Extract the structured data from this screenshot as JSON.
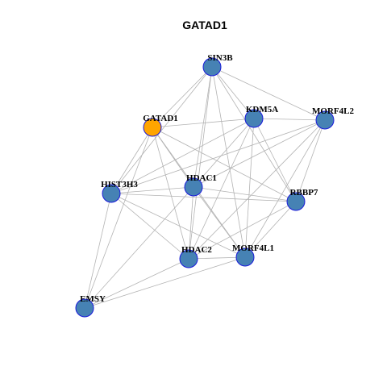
{
  "title": "GATAD1",
  "colors": {
    "focus_node": "#ffa500",
    "node": "#4682b4",
    "node_border": "#1a1adb",
    "edge": "#b3b3b3"
  },
  "nodes": [
    {
      "id": "SIN3B",
      "label": "SIN3B",
      "focus": false
    },
    {
      "id": "GATAD1",
      "label": "GATAD1",
      "focus": true
    },
    {
      "id": "KDM5A",
      "label": "KDM5A",
      "focus": false
    },
    {
      "id": "MORF4L2",
      "label": "MORF4L2",
      "focus": false
    },
    {
      "id": "HIST3H3",
      "label": "HIST3H3",
      "focus": false
    },
    {
      "id": "HDAC1",
      "label": "HDAC1",
      "focus": false
    },
    {
      "id": "RBBP7",
      "label": "RBBP7",
      "focus": false
    },
    {
      "id": "HDAC2",
      "label": "HDAC2",
      "focus": false
    },
    {
      "id": "MORF4L1",
      "label": "MORF4L1",
      "focus": false
    },
    {
      "id": "EMSY",
      "label": "EMSY",
      "focus": false
    }
  ],
  "edges": [
    [
      "SIN3B",
      "GATAD1"
    ],
    [
      "SIN3B",
      "KDM5A"
    ],
    [
      "SIN3B",
      "MORF4L2"
    ],
    [
      "SIN3B",
      "HDAC1"
    ],
    [
      "SIN3B",
      "RBBP7"
    ],
    [
      "SIN3B",
      "HDAC2"
    ],
    [
      "SIN3B",
      "MORF4L1"
    ],
    [
      "SIN3B",
      "HIST3H3"
    ],
    [
      "GATAD1",
      "KDM5A"
    ],
    [
      "GATAD1",
      "HIST3H3"
    ],
    [
      "GATAD1",
      "HDAC1"
    ],
    [
      "GATAD1",
      "RBBP7"
    ],
    [
      "GATAD1",
      "HDAC2"
    ],
    [
      "GATAD1",
      "MORF4L1"
    ],
    [
      "GATAD1",
      "EMSY"
    ],
    [
      "KDM5A",
      "MORF4L2"
    ],
    [
      "KDM5A",
      "HIST3H3"
    ],
    [
      "KDM5A",
      "HDAC1"
    ],
    [
      "KDM5A",
      "RBBP7"
    ],
    [
      "KDM5A",
      "HDAC2"
    ],
    [
      "KDM5A",
      "MORF4L1"
    ],
    [
      "MORF4L2",
      "HIST3H3"
    ],
    [
      "MORF4L2",
      "HDAC1"
    ],
    [
      "MORF4L2",
      "RBBP7"
    ],
    [
      "MORF4L2",
      "HDAC2"
    ],
    [
      "MORF4L2",
      "MORF4L1"
    ],
    [
      "HIST3H3",
      "HDAC1"
    ],
    [
      "HIST3H3",
      "RBBP7"
    ],
    [
      "HIST3H3",
      "HDAC2"
    ],
    [
      "HIST3H3",
      "MORF4L1"
    ],
    [
      "HIST3H3",
      "EMSY"
    ],
    [
      "HDAC1",
      "RBBP7"
    ],
    [
      "HDAC1",
      "HDAC2"
    ],
    [
      "HDAC1",
      "MORF4L1"
    ],
    [
      "HDAC1",
      "EMSY"
    ],
    [
      "RBBP7",
      "HDAC2"
    ],
    [
      "RBBP7",
      "MORF4L1"
    ],
    [
      "HDAC2",
      "MORF4L1"
    ],
    [
      "HDAC2",
      "EMSY"
    ],
    [
      "MORF4L1",
      "EMSY"
    ]
  ]
}
